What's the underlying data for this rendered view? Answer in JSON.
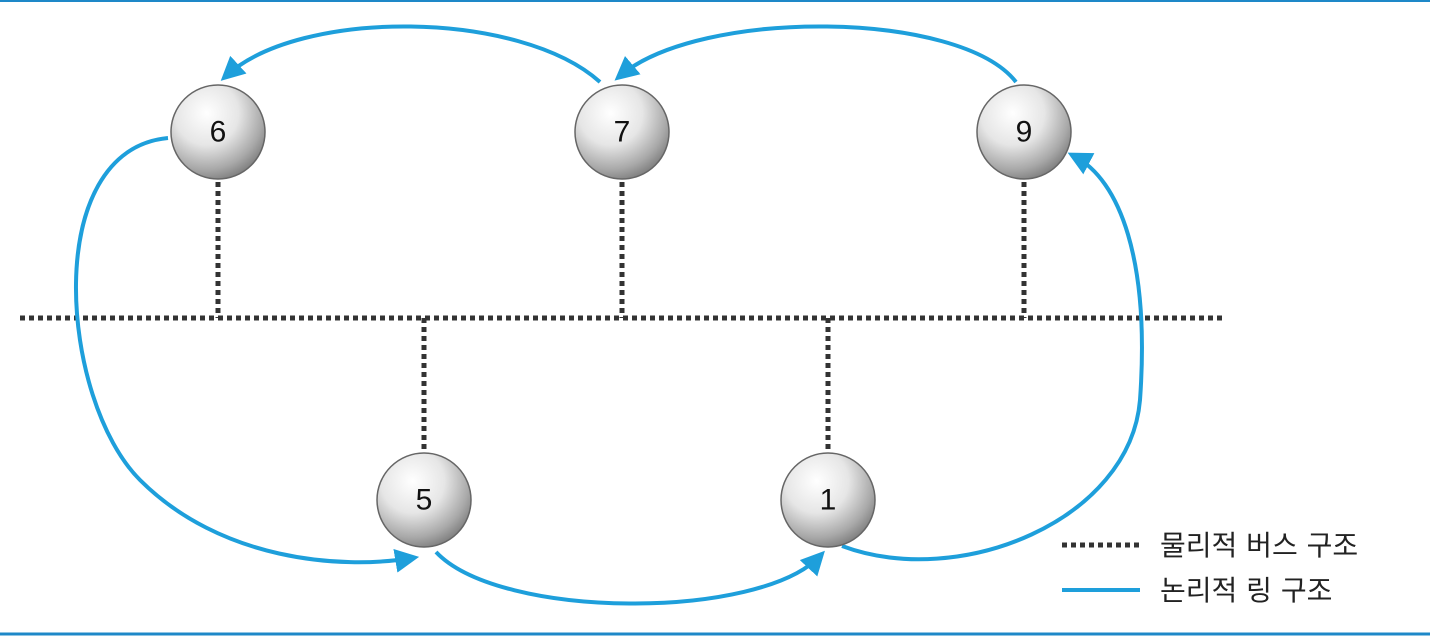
{
  "nodes": [
    {
      "id": "6",
      "label": "6"
    },
    {
      "id": "7",
      "label": "7"
    },
    {
      "id": "9",
      "label": "9"
    },
    {
      "id": "5",
      "label": "5"
    },
    {
      "id": "1",
      "label": "1"
    }
  ],
  "ring_order": [
    "9",
    "7",
    "6",
    "5",
    "1"
  ],
  "legend": {
    "physical": "물리적 버스 구조",
    "logical": "논리적 링 구조"
  },
  "colors": {
    "bus": "#333333",
    "ring": "#1e9fdb",
    "frame_line": "#1e88c8"
  }
}
